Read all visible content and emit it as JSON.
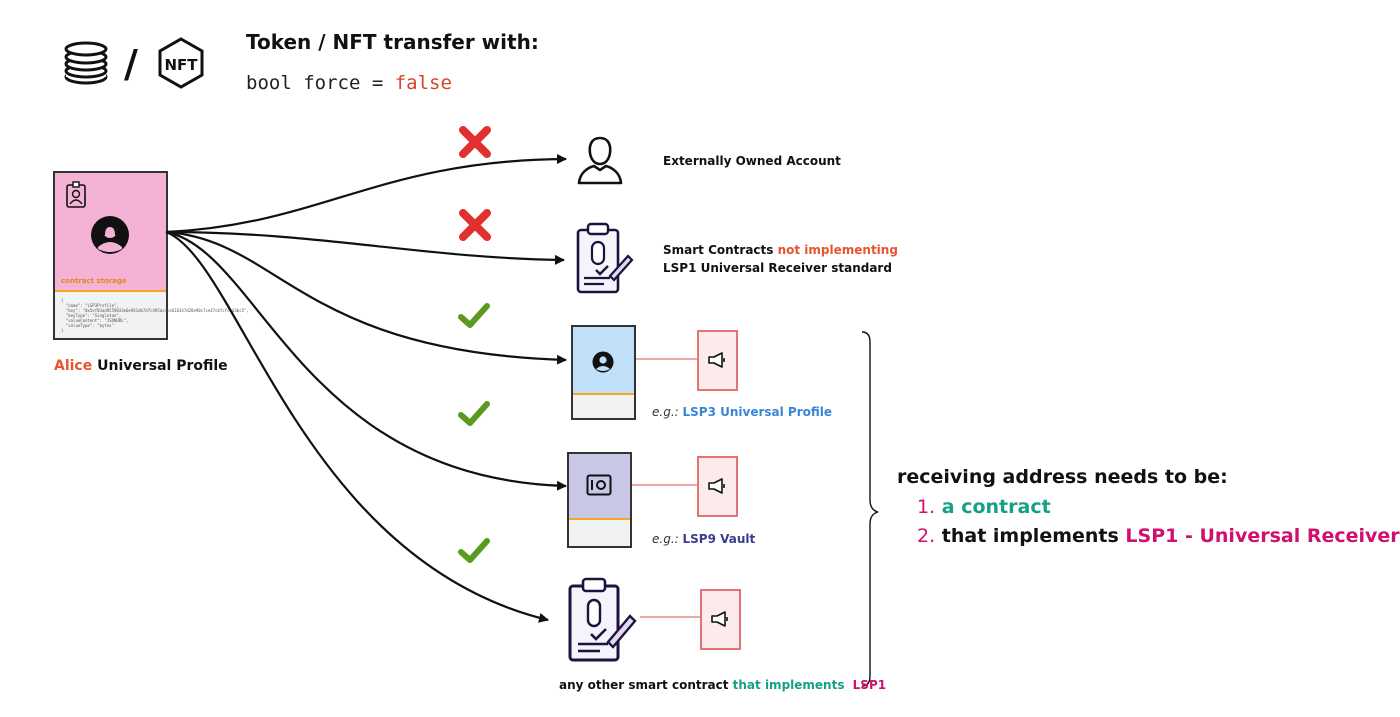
{
  "header": {
    "title": "Token / NFT transfer with:",
    "code_prefix": "bool force = ",
    "code_value": "false"
  },
  "source": {
    "name_highlight": "Alice",
    "name_rest": " Universal Profile",
    "storage_label": "contract storage",
    "code_snippet": "{\n  \"name\": \"LSP3Profile\",\n  \"key\": \"0x5ef83ad9559033e6e941db7d7c495acdce616347d28e90c7ce47cbfcfcad3bc5\",\n  \"keyType\": \"Singleton\",\n  \"valueContent\": \"JSONURL\",\n  \"valueType\": \"bytes\"\n}"
  },
  "targets": {
    "eoa": {
      "label": "Externally Owned Account",
      "status": "rejected"
    },
    "sc_no_lsp1": {
      "label_a": "Smart Contracts ",
      "label_b": "not implementing",
      "label_c": "LSP1 Universal Receiver standard",
      "status": "rejected"
    },
    "up": {
      "eg": "e.g.:",
      "name": "LSP3 Universal Profile",
      "status": "accepted"
    },
    "vault": {
      "eg": "e.g.:",
      "name": "LSP9 Vault",
      "status": "accepted"
    },
    "other": {
      "label_a": "any other smart contract ",
      "label_b": "that implements ",
      "label_c": "LSP1",
      "status": "accepted"
    }
  },
  "requirements": {
    "heading": "receiving address needs to be:",
    "items": [
      {
        "num": "1.",
        "text_a": "a contract",
        "text_b": ""
      },
      {
        "num": "2.",
        "text_a": "that implements ",
        "text_b": "LSP1 - Universal Receiver"
      }
    ]
  },
  "colors": {
    "reject": "#e0302f",
    "accept": "#5a9a1e",
    "highlight_red": "#e8542f",
    "teal": "#16a085",
    "magenta": "#d0106e",
    "blue": "#3a86d6",
    "navy": "#3b3b8f",
    "pink_card": "#f4b3d6",
    "light_blue_card": "#bfe0f8",
    "lavender_card": "#c8c8e6"
  }
}
